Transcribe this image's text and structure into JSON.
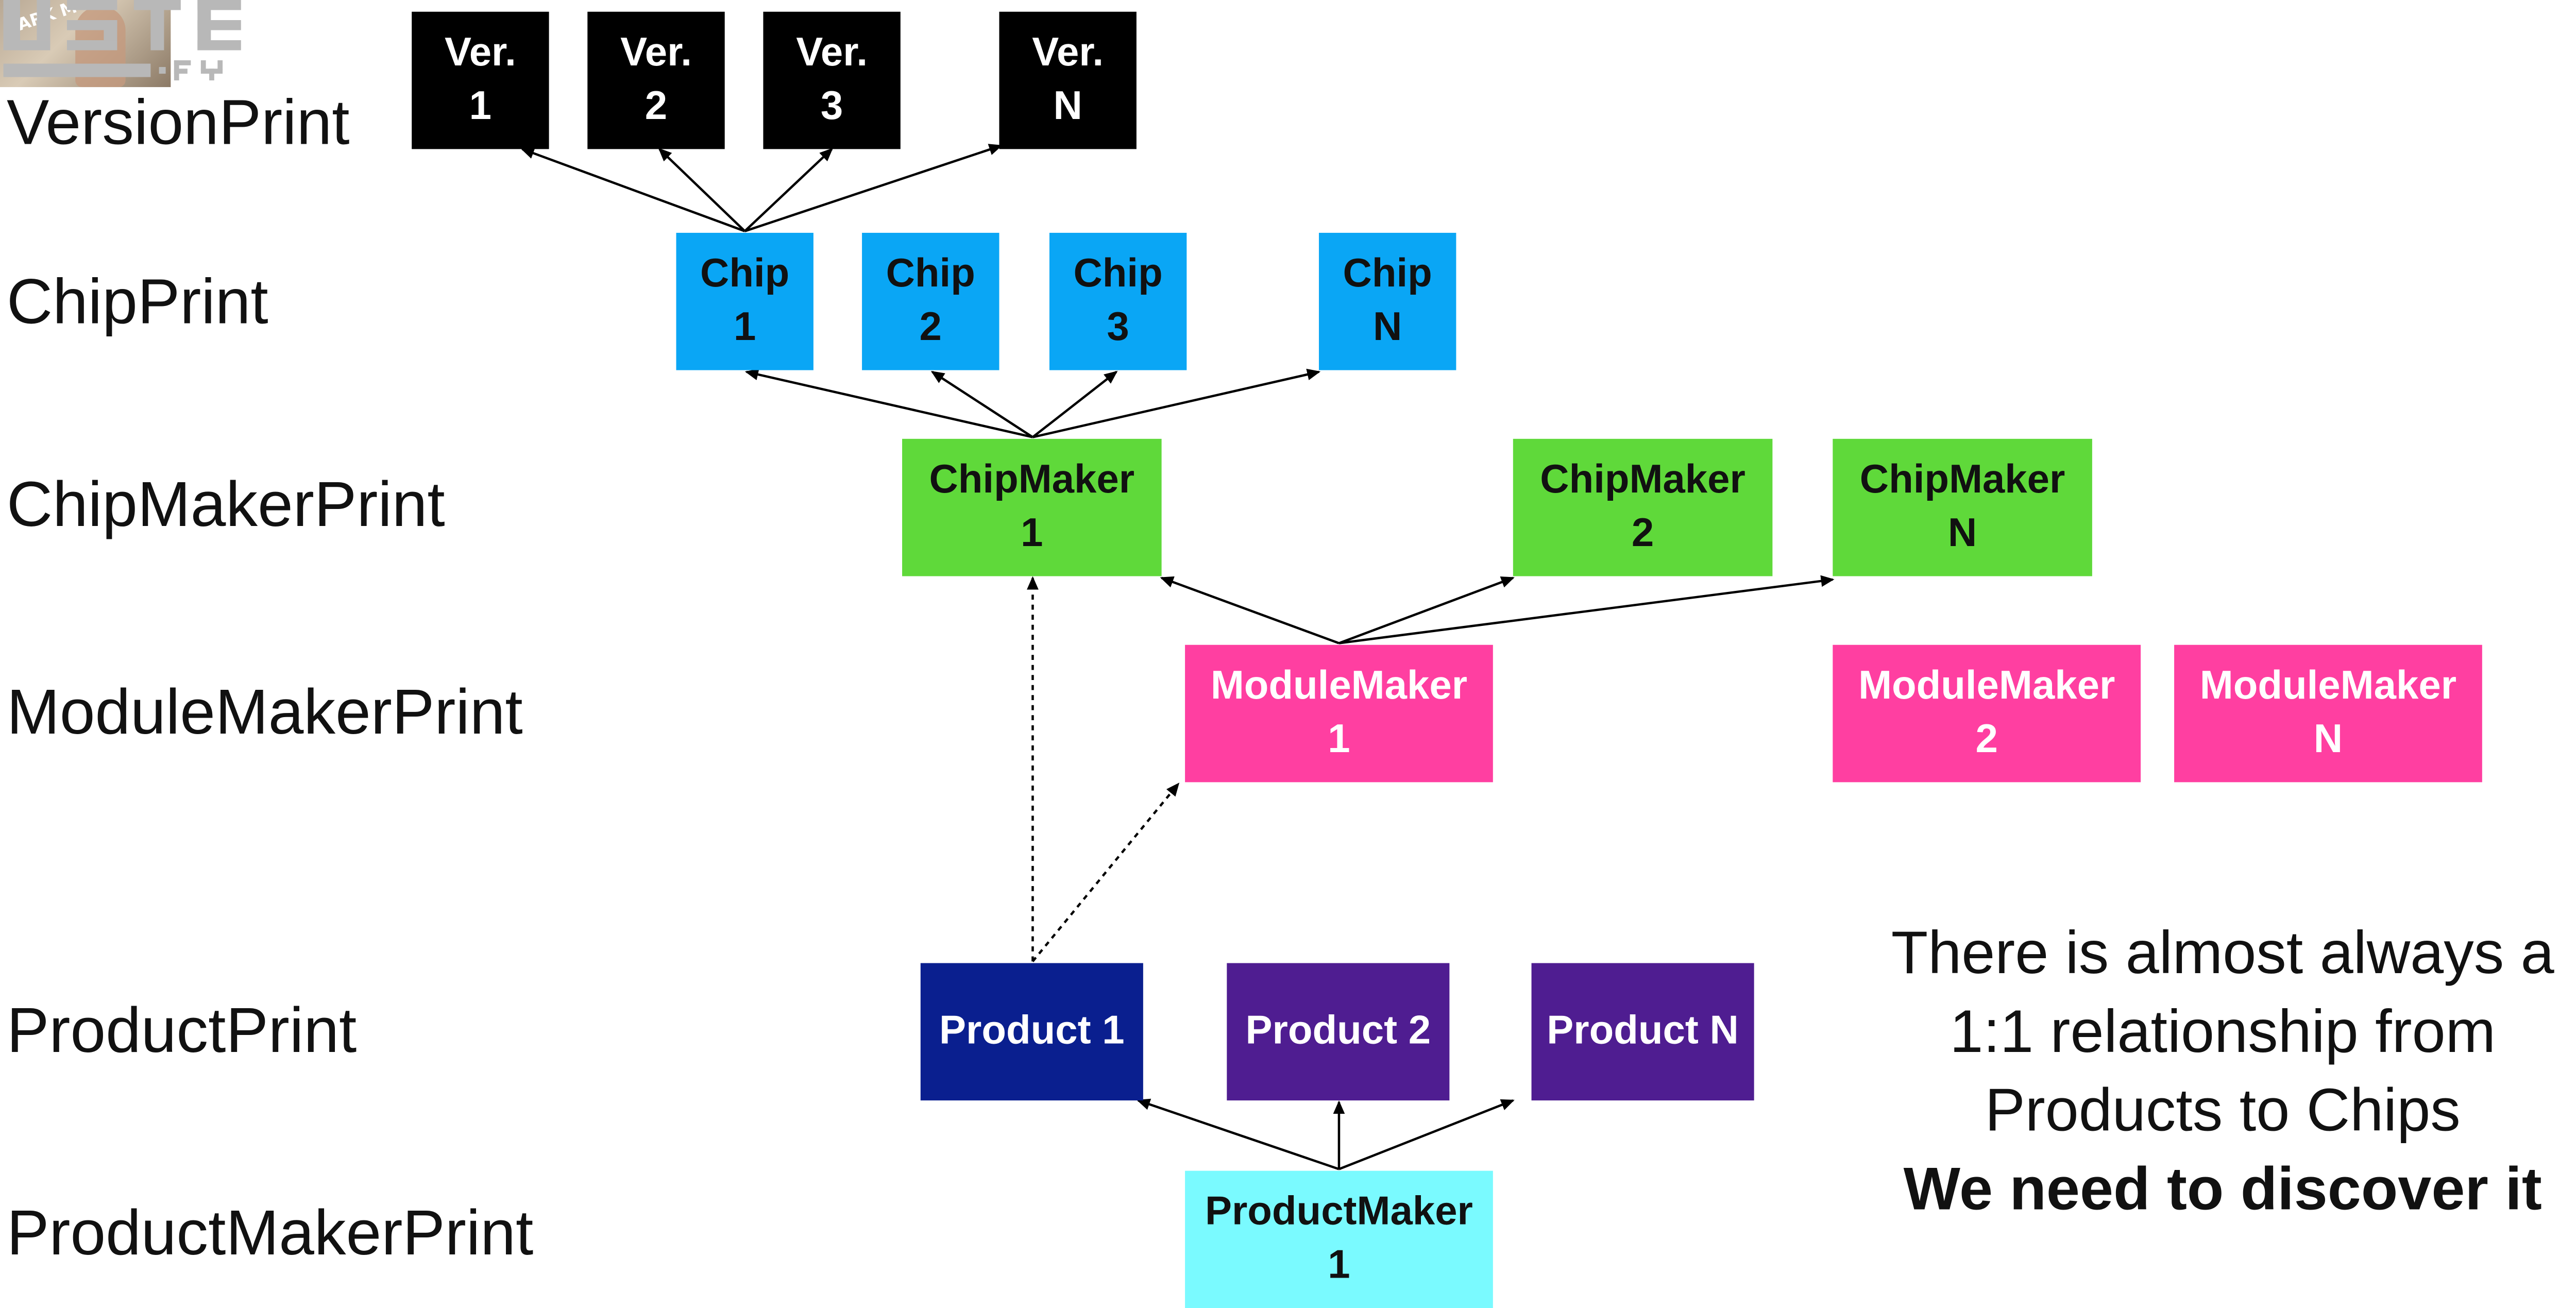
{
  "rows": [
    {
      "label": "VersionPrint"
    },
    {
      "label": "ChipPrint"
    },
    {
      "label": "ChipMakerPrint"
    },
    {
      "label": "ModuleMakerPrint"
    },
    {
      "label": "ProductPrint"
    },
    {
      "label": "ProductMakerPrint"
    }
  ],
  "nodes": {
    "ver1": {
      "text": "Ver.\n1"
    },
    "ver2": {
      "text": "Ver.\n2"
    },
    "ver3": {
      "text": "Ver.\n3"
    },
    "verN": {
      "text": "Ver.\nN"
    },
    "chip1": {
      "text": "Chip\n1"
    },
    "chip2": {
      "text": "Chip\n2"
    },
    "chip3": {
      "text": "Chip\n3"
    },
    "chipN": {
      "text": "Chip\nN"
    },
    "chipmaker1": {
      "text": "ChipMaker\n1"
    },
    "chipmaker2": {
      "text": "ChipMaker\n2"
    },
    "chipmakerN": {
      "text": "ChipMaker\nN"
    },
    "modulemaker1": {
      "text": "ModuleMaker\n1"
    },
    "modulemaker2": {
      "text": "ModuleMaker\n2"
    },
    "modulemakerN": {
      "text": "ModuleMaker\nN"
    },
    "product1": {
      "text": "Product 1"
    },
    "product2": {
      "text": "Product 2"
    },
    "productN": {
      "text": "Product N"
    },
    "productmaker1": {
      "text": "ProductMaker\n1"
    }
  },
  "note": {
    "line1": "There is almost always a",
    "line2": "1:1 relationship from",
    "line3": "Products to Chips",
    "line4": "We need to discover it"
  },
  "colors": {
    "version": "#000000",
    "chip": "#0aa6f5",
    "chipmaker": "#5fd93a",
    "modulemaker": "#ff3fa1",
    "product1": "#0a1f8f",
    "product_other": "#4f1d91",
    "productmaker": "#7afaff"
  }
}
